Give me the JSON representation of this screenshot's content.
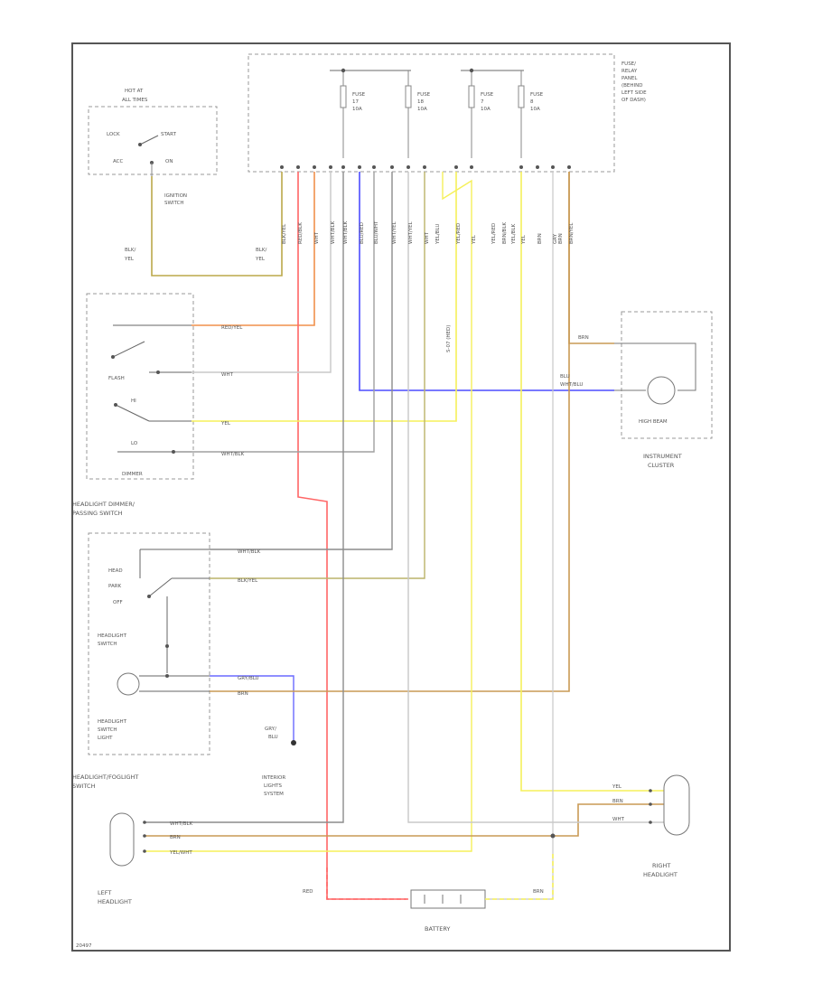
{
  "ignition": {
    "hot_label": "HOT AT",
    "hot_label2": "ALL TIMES",
    "lock": "LOCK",
    "start": "START",
    "acc": "ACC",
    "on": "ON",
    "switch_label": "IGNITION",
    "switch_label2": "SWITCH",
    "wire_left": "BLK/",
    "wire_left2": "YEL",
    "wire_right": "BLK/",
    "wire_right2": "YEL"
  },
  "fuse_box": {
    "label": [
      "FUSE/",
      "RELAY",
      "PANEL",
      "(BEHIND",
      "LEFT SIDE",
      "OF DASH)"
    ],
    "fuses": [
      {
        "name": "FUSE",
        "num": "17",
        "amp": "10A"
      },
      {
        "name": "FUSE",
        "num": "18",
        "amp": "10A"
      },
      {
        "name": "FUSE",
        "num": "7",
        "amp": "10A"
      },
      {
        "name": "FUSE",
        "num": "8",
        "amp": "10A"
      }
    ]
  },
  "dimmer_switch": {
    "flash": "FLASH",
    "hi": "HI",
    "lo": "LO",
    "dimmer": "DIMMER",
    "title": [
      "HEADLIGHT DIMMER/",
      "PASSING SWITCH"
    ],
    "wires": [
      "RED/YEL",
      "WHT",
      "YEL",
      "WHT/BLK"
    ]
  },
  "headlight_switch": {
    "head": "HEAD",
    "park": "PARK",
    "off": "OFF",
    "switch_label": [
      "HEADLIGHT",
      "SWITCH"
    ],
    "light_label": [
      "HEADLIGHT",
      "SWITCH",
      "LIGHT"
    ],
    "combo_label": [
      "HEADLIGHT/FOGLIGHT",
      "SWITCH"
    ],
    "wires": [
      "WHT/BLK",
      "BLK/YEL",
      "GRY/BLU",
      "BRN"
    ]
  },
  "interior": {
    "wire": [
      "GRY/",
      "BLU"
    ],
    "label": [
      "INTERIOR",
      "LIGHTS",
      "SYSTEM"
    ]
  },
  "instrument_cluster": {
    "wires": [
      "BRN",
      "BLU",
      "WHT/BLU"
    ],
    "high_beam": "HIGH BEAM",
    "label": [
      "INSTRUMENT",
      "CLUSTER"
    ]
  },
  "right_headlight": {
    "wires": [
      "YEL",
      "BRN",
      "WHT"
    ],
    "label": [
      "RIGHT",
      "HEADLIGHT"
    ]
  },
  "left_headlight": {
    "wires": [
      "WHT/BLK",
      "BRN",
      "YEL/WHT"
    ],
    "label": [
      "LEFT",
      "HEADLIGHT"
    ]
  },
  "battery": {
    "label": "BATTERY",
    "red": "RED",
    "brn": "BRN"
  },
  "vertical_wires": [
    "BLK/YEL",
    "RED/BLK",
    "WHT",
    "WHT/BLK",
    "WHT/BLK",
    "BLU/RED",
    "BLU/WHT",
    "WHT/YEL",
    "WHT/YEL",
    "WHT",
    "YEL/BLU",
    "YEL/RED",
    "YEL",
    "YEL/RED",
    "BRN/BLK",
    "YEL/BLK",
    "YEL",
    "BRN",
    "GRY",
    "BRN",
    "BRN/YEL"
  ],
  "jumper_label": "S-07 (HED)",
  "code": "20497",
  "colors": {
    "border": "#555555",
    "red": "#ff6666",
    "orange": "#f0914c",
    "yellow": "#f5f05a",
    "blue": "#4d4dff",
    "brown": "#c99a55",
    "gray": "#8c8c8c",
    "light": "#c8c8c8"
  }
}
